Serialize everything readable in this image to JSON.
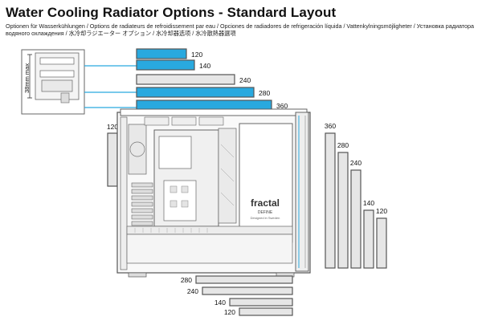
{
  "header": {
    "title": "Water Cooling Radiator Options - Standard Layout",
    "subtitle": "Optionen für Wasserkühlungen / Options de radiateurs de refroidissement par eau / Opciones de radiadores de refrigeración líquida / Vattenkylningsmöjligheter / Установка радиатора водяного охлаждения / 水冷却ラジエーター オプション / 水冷却器选项 / 水冷散熱器選項"
  },
  "inset": {
    "clearance_label": "38mm max"
  },
  "top_radiators": [
    {
      "size": "120",
      "highlight": true
    },
    {
      "size": "140",
      "highlight": true
    },
    {
      "size": "240",
      "highlight": false
    },
    {
      "size": "280",
      "highlight": true
    },
    {
      "size": "360",
      "highlight": true
    }
  ],
  "rear_radiators": [
    {
      "size": "120"
    }
  ],
  "front_radiators": [
    {
      "size": "360"
    },
    {
      "size": "280"
    },
    {
      "size": "240"
    },
    {
      "size": "140"
    },
    {
      "size": "120"
    }
  ],
  "bottom_radiators": [
    {
      "size": "280"
    },
    {
      "size": "240"
    },
    {
      "size": "140"
    },
    {
      "size": "120"
    }
  ],
  "case": {
    "brand_text": "fractal",
    "model_text": "DEFINE",
    "tagline_text": "Designed in Sweden"
  },
  "colors": {
    "highlight_fill": "#29a9df",
    "bar_fill": "#e6e6e6",
    "outline": "#555555"
  }
}
